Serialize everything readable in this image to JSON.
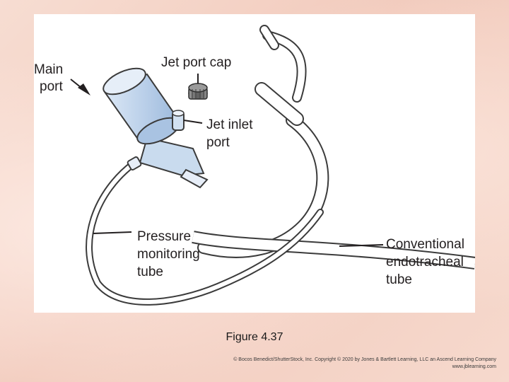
{
  "figure": {
    "labels": {
      "main_port_line1": "Main",
      "main_port_line2": "port",
      "jet_port_cap": "Jet port cap",
      "jet_inlet_line1": "Jet inlet",
      "jet_inlet_line2": "port",
      "pressure_line1": "Pressure",
      "pressure_line2": "monitoring",
      "pressure_line3": "tube",
      "conventional_line1": "Conventional",
      "conventional_line2": "endotracheal",
      "conventional_line3": "tube"
    },
    "colors": {
      "port_blue": "#c9dbee",
      "port_blue_dark": "#9fbddd",
      "outline": "#3b3b3b",
      "cap_gray": "#7a7a7a"
    }
  },
  "caption": "Figure 4.37",
  "copyright": {
    "line1": "© Bocos Benedict/ShutterStock, Inc. Copyright © 2020 by Jones & Bartlett Learning, LLC an Ascend Learning Company",
    "line2": "www.jblearning.com"
  }
}
